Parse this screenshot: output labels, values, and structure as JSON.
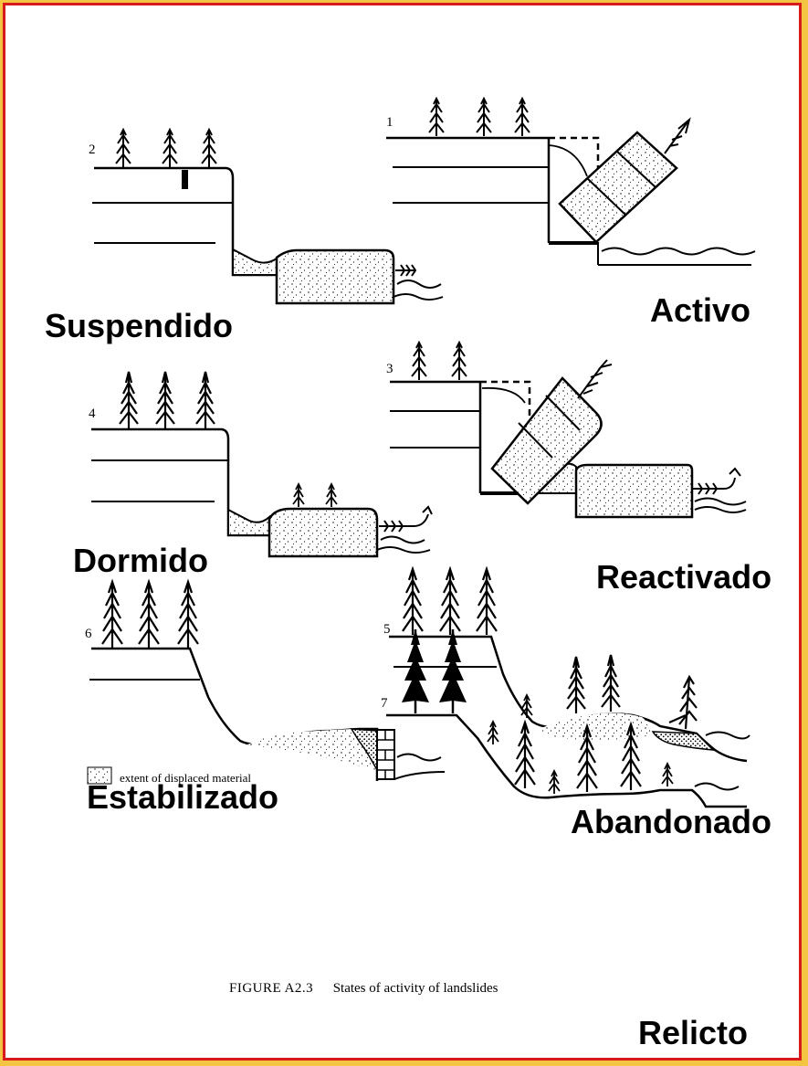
{
  "states": [
    {
      "id": "suspended",
      "number": "2",
      "label": "Suspendido"
    },
    {
      "id": "active",
      "number": "1",
      "label": "Activo"
    },
    {
      "id": "dormant",
      "number": "4",
      "label": "Dormido"
    },
    {
      "id": "reactivated",
      "number": "3",
      "label": "Reactivado"
    },
    {
      "id": "stabilized",
      "number": "6",
      "label": "Estabilizado"
    },
    {
      "id": "abandoned",
      "number": "5",
      "label": "Abandonado"
    },
    {
      "id": "relict",
      "number": "7",
      "label": "Relicto"
    }
  ],
  "legend": {
    "text": "extent of displaced material"
  },
  "caption": {
    "prefix": "FIGURE A2.3",
    "text": "States of activity of landslides"
  },
  "colors": {
    "frame": "#d91a1a",
    "background": "#f4c542",
    "ink": "#000000"
  }
}
